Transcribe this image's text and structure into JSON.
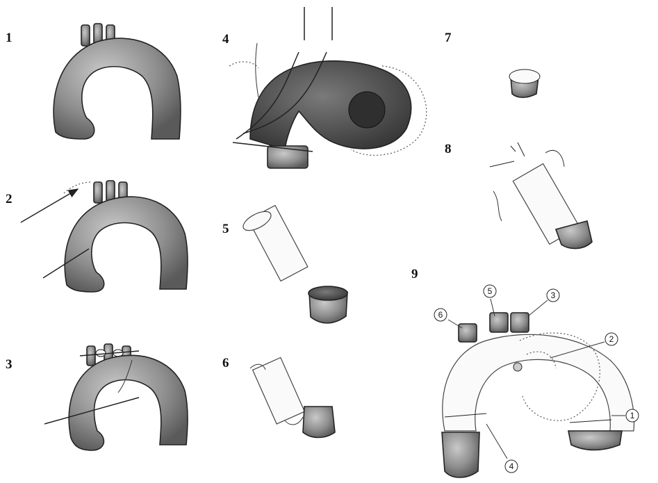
{
  "steps": [
    "1",
    "2",
    "3",
    "4",
    "5",
    "6",
    "7",
    "8",
    "9"
  ],
  "graft_markers": [
    "1",
    "2",
    "3",
    "4",
    "5",
    "6"
  ],
  "colors": {
    "vessel": "#8a8a8a",
    "vessel_dark": "#4a4a4a",
    "graft": "#fafafa",
    "ink": "#222222"
  }
}
